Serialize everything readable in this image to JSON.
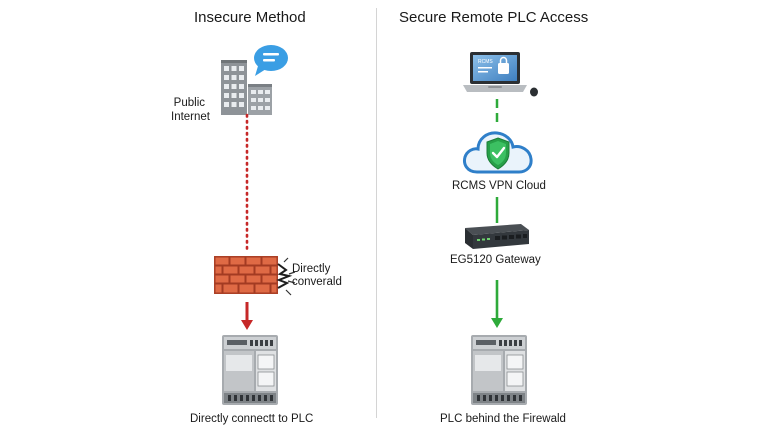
{
  "left": {
    "title": "Insecure Method",
    "internet_label_line1": "Public",
    "internet_label_line2": "Internet",
    "breach_label_line1": "Directly",
    "breach_label_line2": "converald",
    "plc_label": "Directly connectt to PLC",
    "icons": [
      "office-building-icon",
      "chat-bubble-icon",
      "brick-firewall-icon",
      "wall-crack-icon",
      "plc-device-icon"
    ]
  },
  "right": {
    "title": "Secure Remote PLC Access",
    "laptop_screen_text": "RCMS",
    "cloud_label": "RCMS VPN Cloud",
    "gateway_label": "EG5120 Gateway",
    "plc_label": "PLC behind the Firewald",
    "icons": [
      "laptop-icon",
      "mouse-icon",
      "cloud-shield-icon",
      "network-gateway-icon",
      "plc-device-icon"
    ]
  },
  "colors": {
    "insecure_line": "#c62828",
    "secure_line": "#2eaa3a",
    "brick": "#d85a3a",
    "shield": "#27a048",
    "cloud": "#2f7fc9"
  }
}
